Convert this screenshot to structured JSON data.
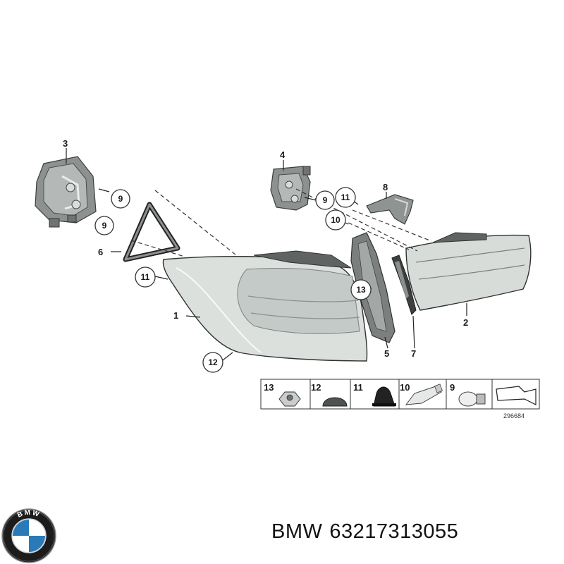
{
  "callouts": {
    "c1": "1",
    "c2": "2",
    "c3": "3",
    "c4": "4",
    "c5": "5",
    "c6": "6",
    "c7": "7",
    "c8": "8",
    "c9a": "9",
    "c9b": "9",
    "c9c": "9",
    "c10": "10",
    "c11a": "11",
    "c11b": "11",
    "c12": "12",
    "c13": "13"
  },
  "legend": {
    "items": [
      "13",
      "12",
      "11",
      "10",
      "9"
    ],
    "reference_number": "296684"
  },
  "logo": {
    "text": "BMW",
    "colors": {
      "blue": "#2a7ab8",
      "ring": "#1c1c1c",
      "white": "#ffffff"
    }
  },
  "caption": {
    "brand": "BMW",
    "part_number": "63217313055"
  },
  "colors": {
    "lamp_body": "#d9dedb",
    "lamp_dark": "#6d716f",
    "housing": "#8a8f8d"
  }
}
